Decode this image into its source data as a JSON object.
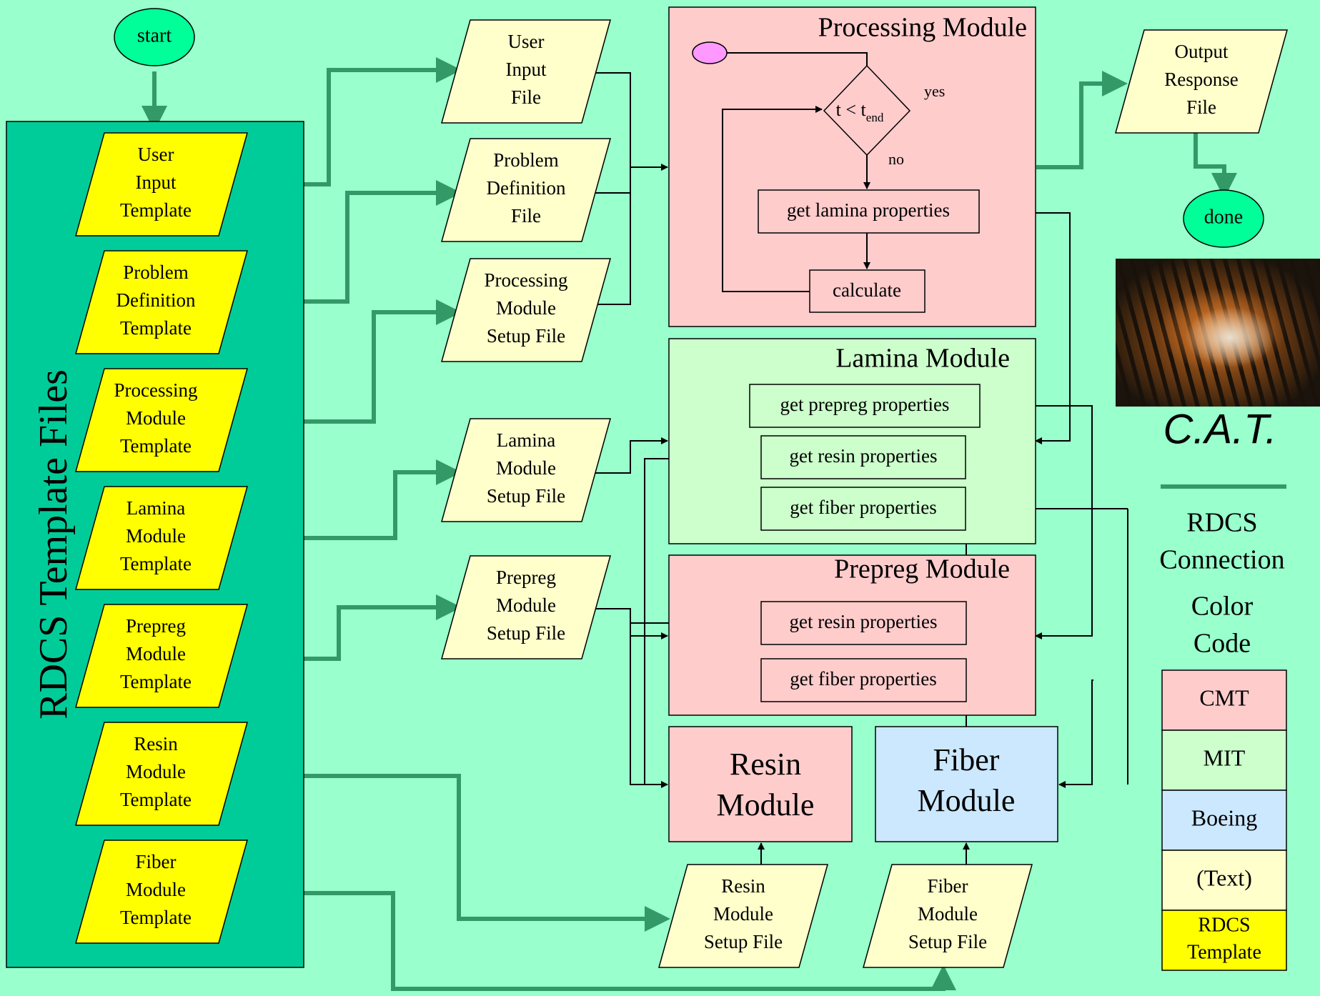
{
  "start": "start",
  "done": "done",
  "template_panel": {
    "title": "RDCS Template Files",
    "items": [
      [
        "User",
        "Input",
        "Template"
      ],
      [
        "Problem",
        "Definition",
        "Template"
      ],
      [
        "Processing",
        "Module",
        "Template"
      ],
      [
        "Lamina",
        "Module",
        "Template"
      ],
      [
        "Prepreg",
        "Module",
        "Template"
      ],
      [
        "Resin",
        "Module",
        "Template"
      ],
      [
        "Fiber",
        "Module",
        "Template"
      ]
    ]
  },
  "text_files": {
    "user_input": [
      "User",
      "Input",
      "File"
    ],
    "problem_definition": [
      "Problem",
      "Definition",
      "File"
    ],
    "processing_setup": [
      "Processing",
      "Module",
      "Setup File"
    ],
    "lamina_setup": [
      "Lamina",
      "Module",
      "Setup File"
    ],
    "prepreg_setup": [
      "Prepreg",
      "Module",
      "Setup File"
    ],
    "resin_setup": [
      "Resin",
      "Module",
      "Setup File"
    ],
    "fiber_setup": [
      "Fiber",
      "Module",
      "Setup File"
    ],
    "output_response": [
      "Output",
      "Response",
      "File"
    ]
  },
  "processing_module": {
    "title": "Processing Module",
    "condition": "t < t",
    "condition_sub": "end",
    "yes": "yes",
    "no": "no",
    "get_lamina": "get lamina properties",
    "calculate": "calculate"
  },
  "lamina_module": {
    "title": "Lamina Module",
    "get_prepreg": "get prepreg properties",
    "get_resin": "get resin properties",
    "get_fiber": "get fiber properties"
  },
  "prepreg_module": {
    "title": "Prepreg Module",
    "get_resin": "get resin properties",
    "get_fiber": "get fiber properties"
  },
  "resin_module": {
    "title": [
      "Resin",
      "Module"
    ]
  },
  "fiber_module": {
    "title": [
      "Fiber",
      "Module"
    ]
  },
  "cat_label": "C.A.T.",
  "legend": {
    "title": [
      "RDCS",
      "Connection",
      "Color",
      "Code"
    ],
    "items": [
      {
        "label": [
          "CMT"
        ],
        "color": "#ffcccc"
      },
      {
        "label": [
          "MIT"
        ],
        "color": "#ccffcc"
      },
      {
        "label": [
          "Boeing"
        ],
        "color": "#cce8ff"
      },
      {
        "label": [
          "(Text)"
        ],
        "color": "#ffffcc"
      },
      {
        "label": [
          "RDCS",
          "Template"
        ],
        "color": "#ffff00"
      }
    ]
  },
  "colors": {
    "background": "#99ffcc",
    "template_panel": "#00cc99",
    "template_fill": "#ffff00",
    "text_file_fill": "#ffffcc",
    "cmt": "#ffcccc",
    "mit": "#ccffcc",
    "boeing": "#cce8ff",
    "connector_green": "#339966",
    "terminal_fill": "#00ff99",
    "start_dot": "#ff99ff"
  }
}
